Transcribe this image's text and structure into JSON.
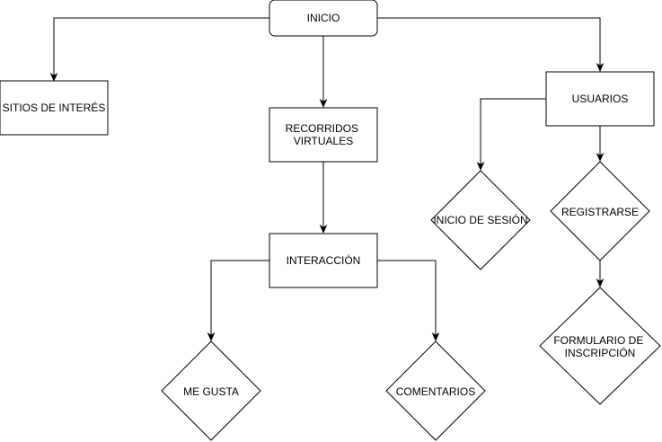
{
  "diagram": {
    "nodes": {
      "inicio": {
        "lines": [
          "INICIO"
        ]
      },
      "sitios": {
        "lines": [
          "SITIOS DE INTERÉS"
        ]
      },
      "recorridos": {
        "lines": [
          "RECORRIDOS",
          "VIRTUALES"
        ]
      },
      "usuarios": {
        "lines": [
          "USUARIOS"
        ]
      },
      "interaccion": {
        "lines": [
          "INTERACCIÓN"
        ]
      },
      "inicio_sesion": {
        "lines": [
          "INICIO DE SESIÓN"
        ]
      },
      "registrarse": {
        "lines": [
          "REGISTRARSE"
        ]
      },
      "me_gusta": {
        "lines": [
          "ME GUSTA"
        ]
      },
      "comentarios": {
        "lines": [
          "COMENTARIOS"
        ]
      },
      "formulario": {
        "lines": [
          "FORMULARIO DE",
          "INSCRIPCIÓN"
        ]
      }
    },
    "edges": [
      {
        "from": "inicio",
        "to": "sitios"
      },
      {
        "from": "inicio",
        "to": "recorridos"
      },
      {
        "from": "inicio",
        "to": "usuarios"
      },
      {
        "from": "recorridos",
        "to": "interaccion"
      },
      {
        "from": "interaccion",
        "to": "me_gusta"
      },
      {
        "from": "interaccion",
        "to": "comentarios"
      },
      {
        "from": "usuarios",
        "to": "inicio_sesion"
      },
      {
        "from": "usuarios",
        "to": "registrarse"
      },
      {
        "from": "registrarse",
        "to": "formulario"
      }
    ]
  }
}
